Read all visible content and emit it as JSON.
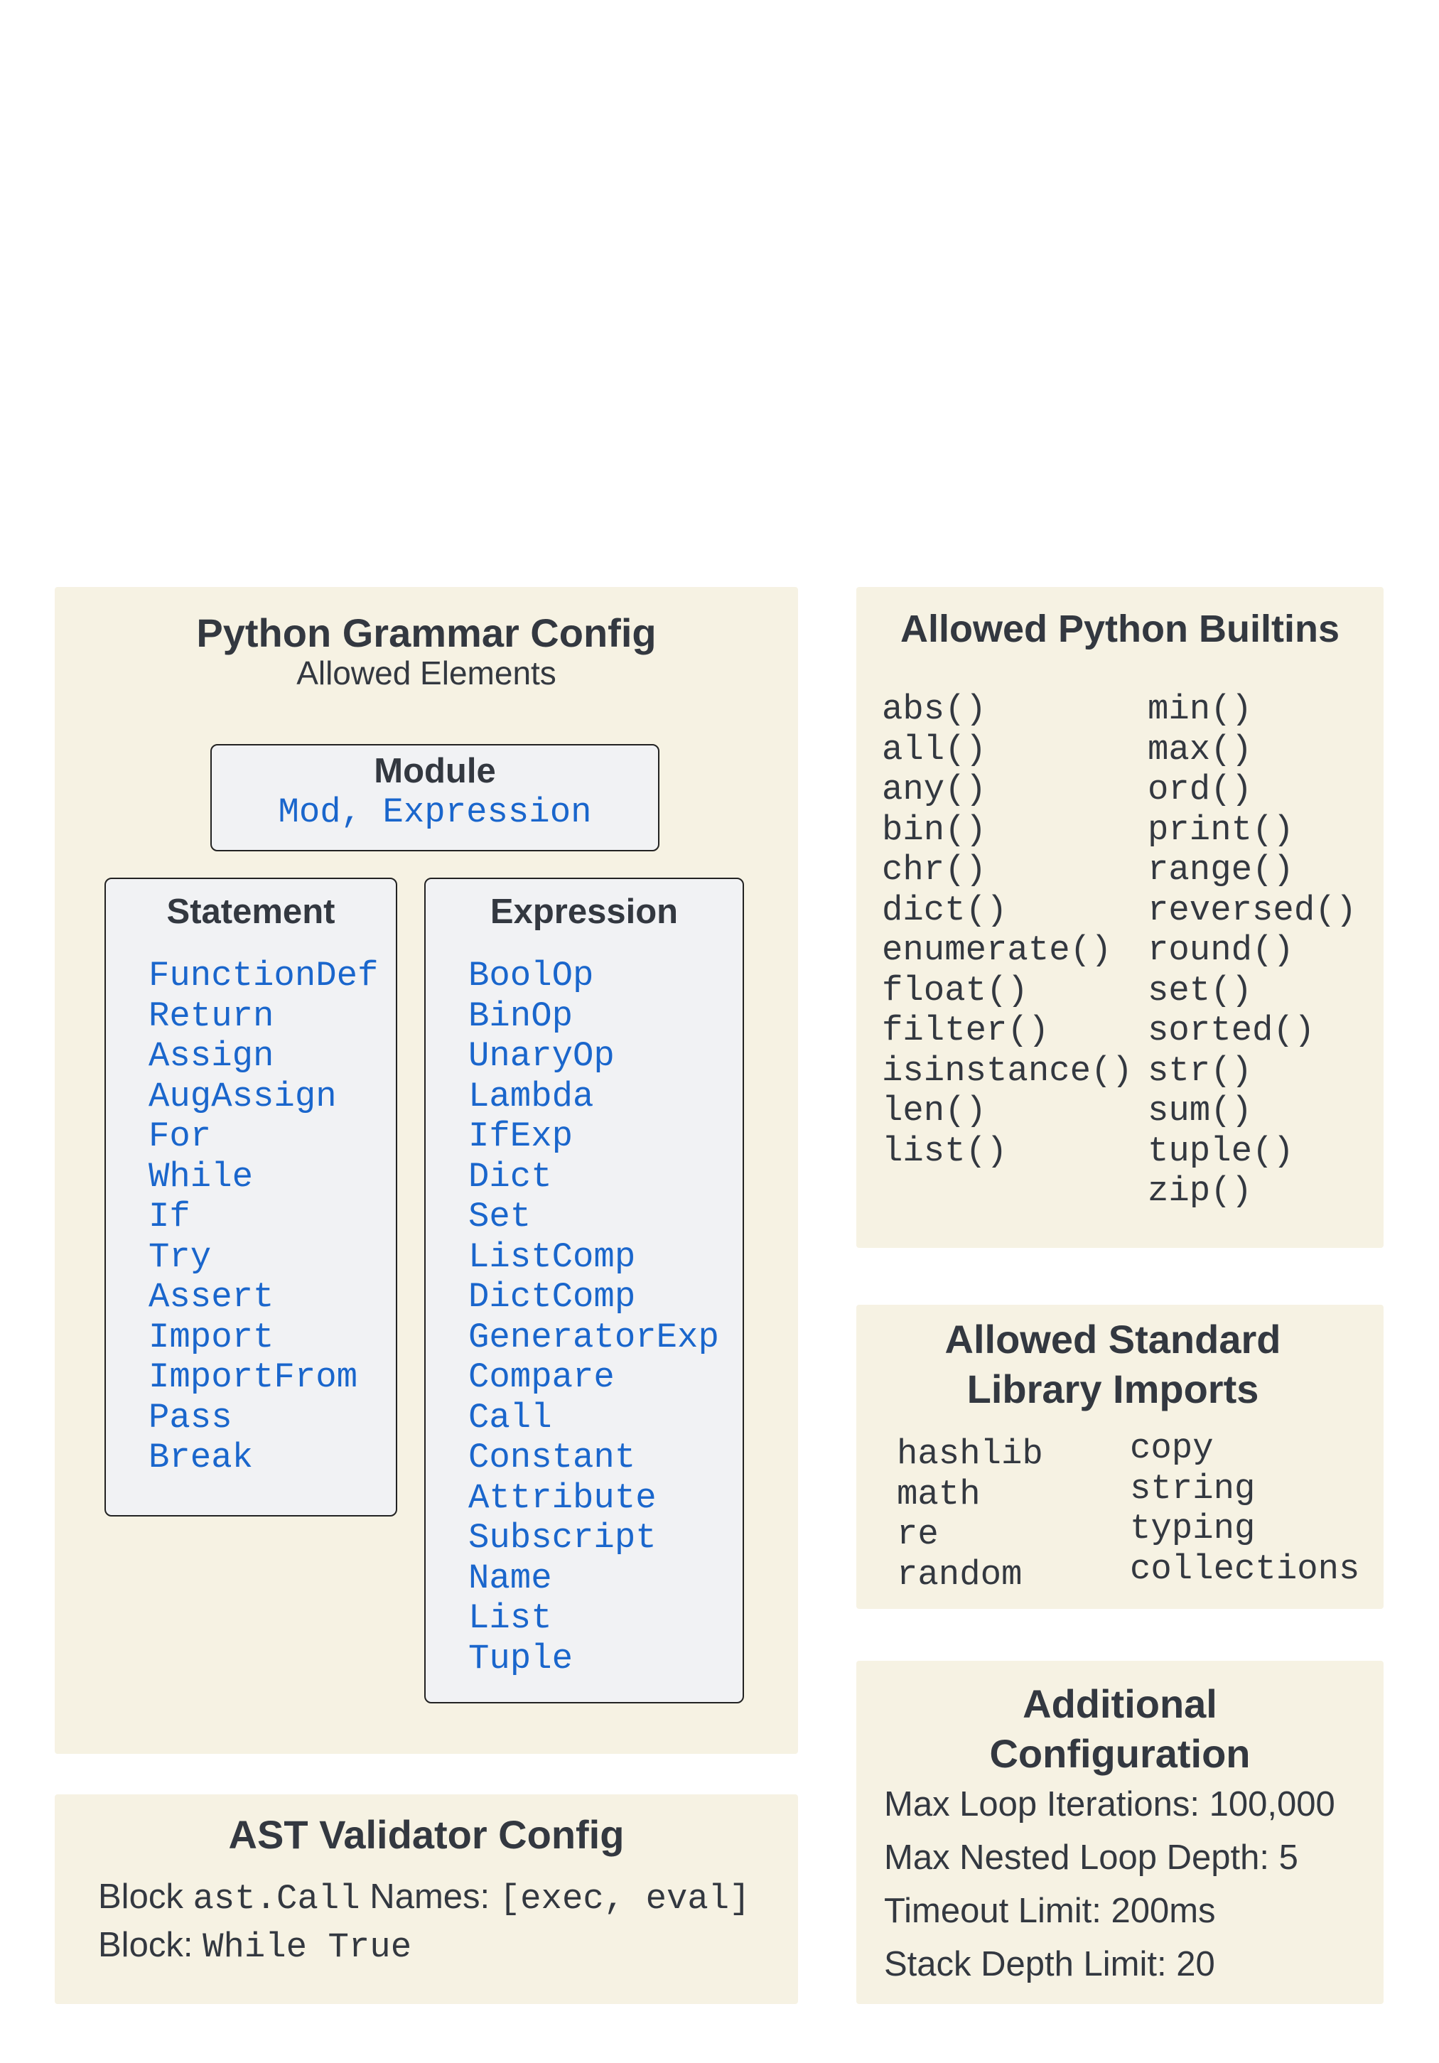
{
  "grammar": {
    "title": "Python Grammar Config",
    "subtitle": "Allowed Elements",
    "module": {
      "title": "Module",
      "items": "Mod, Expression"
    },
    "statement": {
      "title": "Statement",
      "items": [
        "FunctionDef",
        "Return",
        "Assign",
        "AugAssign",
        "For",
        "While",
        "If",
        "Try",
        "Assert",
        "Import",
        "ImportFrom",
        "Pass",
        "Break"
      ]
    },
    "expression": {
      "title": "Expression",
      "items": [
        "BoolOp",
        "BinOp",
        "UnaryOp",
        "Lambda",
        "IfExp",
        "Dict",
        "Set",
        "ListComp",
        "DictComp",
        "GeneratorExp",
        "Compare",
        "Call",
        "Constant",
        "Attribute",
        "Subscript",
        "Name",
        "List",
        "Tuple"
      ]
    }
  },
  "ast": {
    "title": "AST Validator Config",
    "line1": {
      "prefix": "Block ",
      "code1": "ast.Call",
      "mid": " Names: ",
      "code2": "[exec, eval]"
    },
    "line2": {
      "prefix": "Block: ",
      "code": "While True"
    }
  },
  "builtins": {
    "title": "Allowed Python Builtins",
    "col1": [
      "abs()",
      "all()",
      "any()",
      "bin()",
      "chr()",
      "dict()",
      "enumerate()",
      "float()",
      "filter()",
      "isinstance()",
      "len()",
      "list()"
    ],
    "col2": [
      "min()",
      "max()",
      "ord()",
      "print()",
      "range()",
      "reversed()",
      "round()",
      "set()",
      "sorted()",
      "str()",
      "sum()",
      "tuple()",
      "zip()"
    ]
  },
  "stdlib": {
    "title_line1": "Allowed Standard",
    "title_line2": "Library Imports",
    "col1": [
      "hashlib",
      "math",
      "re",
      "random"
    ],
    "col2": [
      "copy",
      "string",
      "typing",
      "collections"
    ]
  },
  "additional": {
    "title_line1": "Additional",
    "title_line2": "Configuration",
    "items": [
      "Max Loop Iterations: 100,000",
      "Max Nested Loop Depth: 5",
      "Timeout Limit: 200ms",
      "Stack Depth Limit: 20"
    ]
  }
}
